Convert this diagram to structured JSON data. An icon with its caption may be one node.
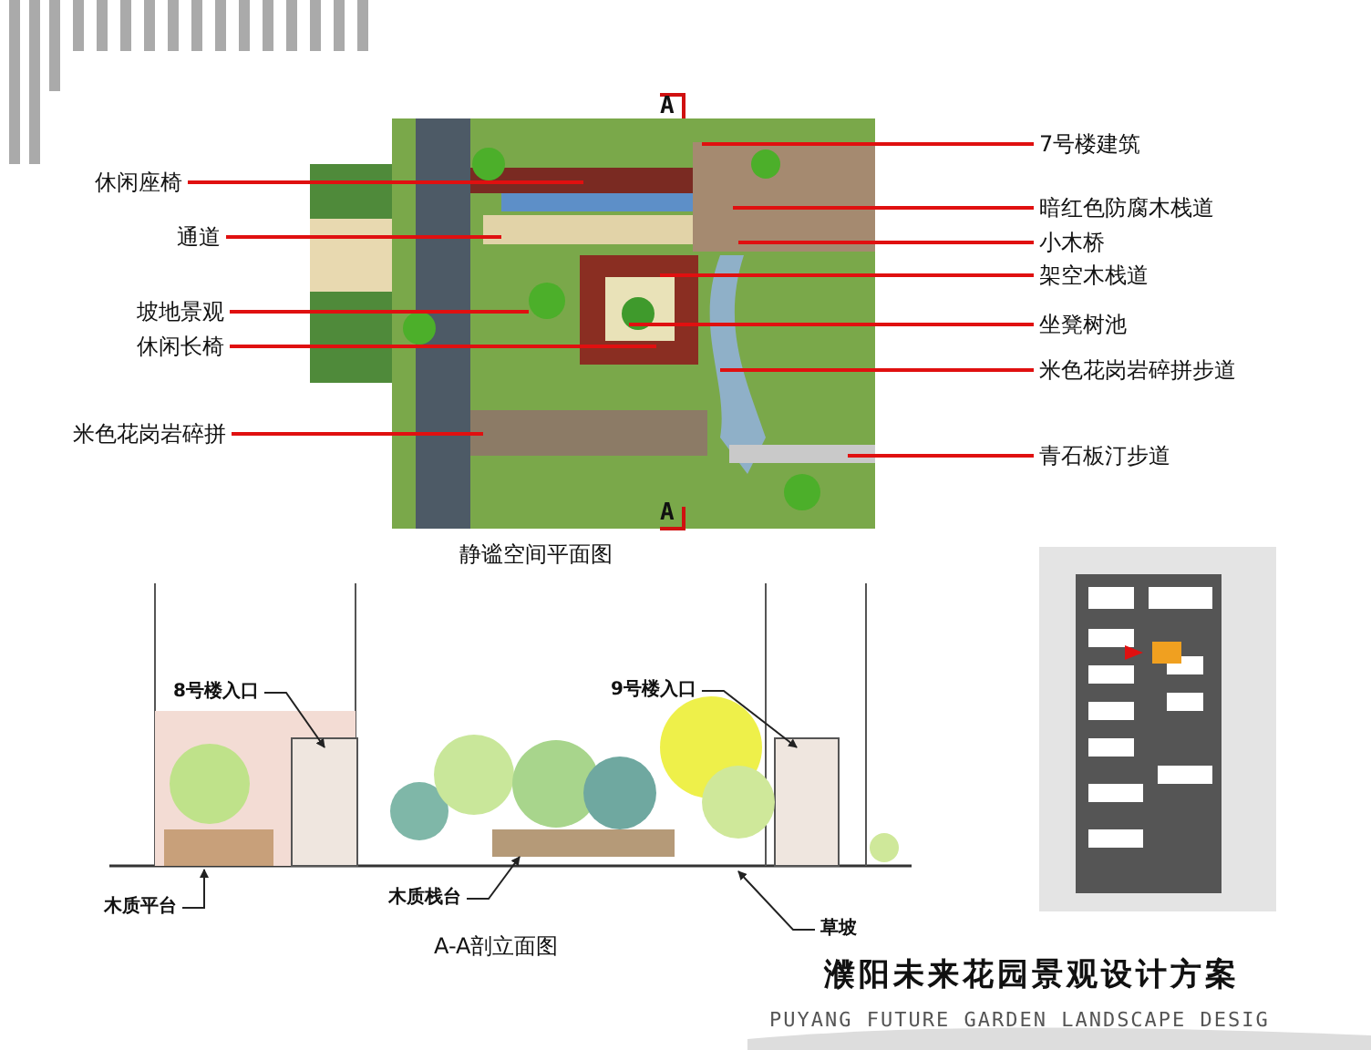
{
  "diagram": {
    "title": "濮阳未来花园景观设计方案",
    "nodes": [
      {
        "text": [
          "休闲座椅"
        ]
      },
      {
        "text": [
          "通道"
        ]
      },
      {
        "text": [
          "坡地景观"
        ]
      },
      {
        "text": [
          "休闲长椅"
        ]
      },
      {
        "text": [
          "米色花岗岩碎拼"
        ]
      },
      {
        "text": [
          "7号楼建筑"
        ]
      },
      {
        "text": [
          "暗红色防腐木栈道"
        ]
      },
      {
        "text": [
          "小木桥"
        ]
      },
      {
        "text": [
          "架空木栈道"
        ]
      },
      {
        "text": [
          "坐凳树池"
        ]
      },
      {
        "text": [
          "米色花岗岩碎拼步道"
        ]
      },
      {
        "text": [
          "青石板汀步道"
        ]
      },
      {
        "text": [
          "8号楼入口"
        ]
      },
      {
        "text": [
          "9号楼入口"
        ]
      },
      {
        "text": [
          "木质平台"
        ]
      },
      {
        "text": [
          "木质栈台"
        ]
      },
      {
        "text": [
          "草坡"
        ]
      }
    ],
    "edges": [
      {
        "from": 0,
        "to": null,
        "arrow": "none"
      },
      {
        "from": 1,
        "to": null,
        "arrow": "none"
      },
      {
        "from": 2,
        "to": null,
        "arrow": "none"
      },
      {
        "from": 3,
        "to": null,
        "arrow": "none"
      },
      {
        "from": 4,
        "to": null,
        "arrow": "none"
      },
      {
        "from": 5,
        "to": null,
        "arrow": "none"
      },
      {
        "from": 6,
        "to": null,
        "arrow": "none"
      },
      {
        "from": 7,
        "to": null,
        "arrow": "none"
      },
      {
        "from": 8,
        "to": null,
        "arrow": "none"
      },
      {
        "from": 9,
        "to": null,
        "arrow": "none"
      },
      {
        "from": 10,
        "to": null,
        "arrow": "none"
      },
      {
        "from": 11,
        "to": null,
        "arrow": "none"
      },
      {
        "from": 12,
        "to": null,
        "arrow": "to",
        "color": "#222222"
      },
      {
        "from": 13,
        "to": null,
        "arrow": "to",
        "color": "#222222"
      },
      {
        "from": 14,
        "to": null,
        "arrow": "to",
        "color": "#222222"
      },
      {
        "from": 15,
        "to": null,
        "arrow": "to",
        "color": "#222222"
      },
      {
        "from": 16,
        "to": null,
        "arrow": "to",
        "color": "#222222"
      }
    ],
    "labels": [
      "A",
      "A",
      "静谧空间平面图",
      "A-A剖立面图",
      "PUYANG FUTURE GARDEN LANDSCAPE DESIG"
    ]
  }
}
